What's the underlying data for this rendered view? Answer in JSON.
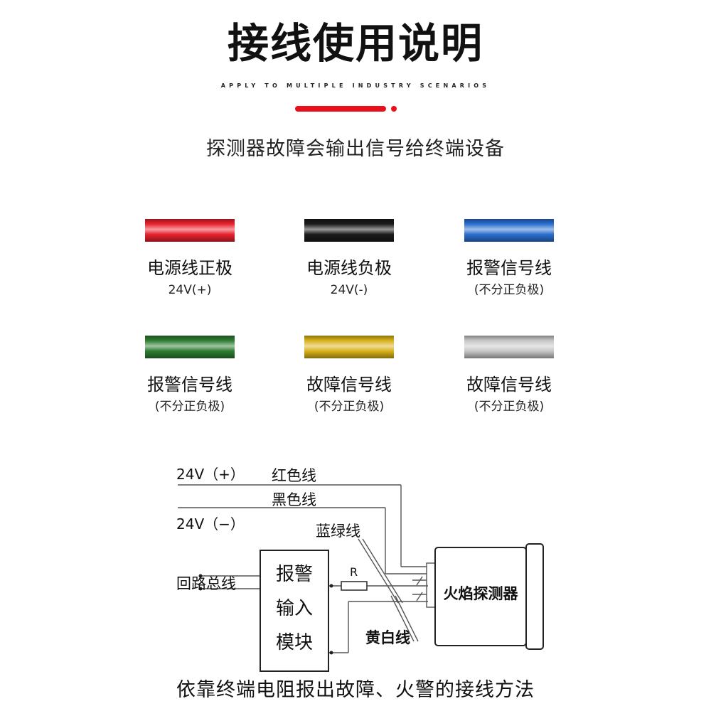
{
  "header": {
    "title": "接线使用说明",
    "subtitle": "APPLY TO MULTIPLE INDUSTRY SCENARIOS",
    "accent_color": "#e8101a"
  },
  "intro": "探测器故障会输出信号给终端设备",
  "wires": [
    {
      "name": "电源线正极",
      "note": "24V(+)",
      "color": "#e8222e"
    },
    {
      "name": "电源线负极",
      "note": "24V(-)",
      "color": "#1a1a1a"
    },
    {
      "name": "报警信号线",
      "note": "(不分正负极)",
      "color": "#2a6fd0"
    },
    {
      "name": "报警信号线",
      "note": "(不分正负极)",
      "color": "#2e7d32"
    },
    {
      "name": "故障信号线",
      "note": "(不分正负极)",
      "color": "#d9b21a"
    },
    {
      "name": "故障信号线",
      "note": "(不分正负极)",
      "color": "#c7c7c7"
    }
  ],
  "diagram": {
    "v_plus": "24V（+）",
    "v_minus": "24V（−）",
    "red_wire": "红色线",
    "black_wire": "黑色线",
    "blue_green_wire": "蓝绿线",
    "yellow_white_wire": "黄白线",
    "resistor": "R",
    "loop_bus": "回路总线",
    "module_lines": [
      "报警",
      "输入",
      "模块"
    ],
    "detector": "火焰探测器"
  },
  "caption": "依靠终端电阻报出故障、火警的接线方法"
}
